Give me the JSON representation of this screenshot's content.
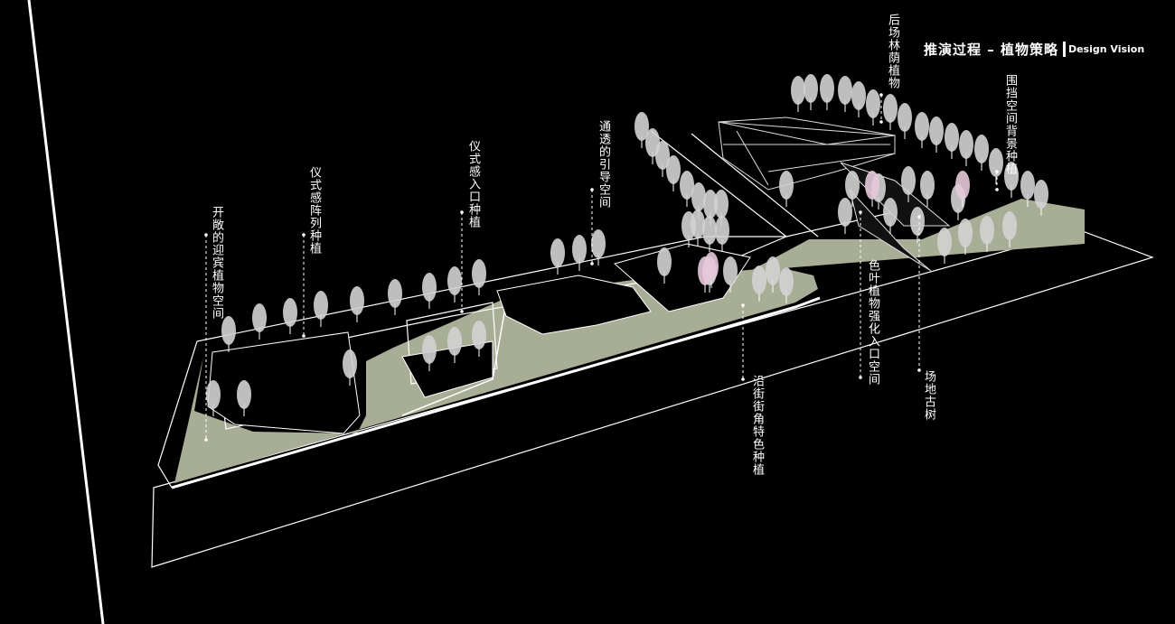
{
  "title": {
    "main": "推演过程 – 植物策略",
    "sub": "Design Vision"
  },
  "annotations": [
    {
      "id": "welcome",
      "text": "开敞的迎宾植物空间"
    },
    {
      "id": "array",
      "text": "仪式感阵列种植"
    },
    {
      "id": "entrance",
      "text": "仪式感入口种植"
    },
    {
      "id": "guide",
      "text": "通透的引导空间"
    },
    {
      "id": "backyard",
      "text": "后场林荫植物"
    },
    {
      "id": "enclosure",
      "text": "围挡空间背景种植"
    },
    {
      "id": "colorleaf",
      "text": "色叶植物强化入口空间"
    },
    {
      "id": "ancient",
      "text": "场地古树"
    },
    {
      "id": "street",
      "text": "沿街街角特色种植"
    }
  ],
  "colors": {
    "background": "#000000",
    "lawn": "#a7ae95",
    "line": "#ffffff",
    "tree": "#d3d3d3",
    "pink": "#e6c9d8"
  }
}
